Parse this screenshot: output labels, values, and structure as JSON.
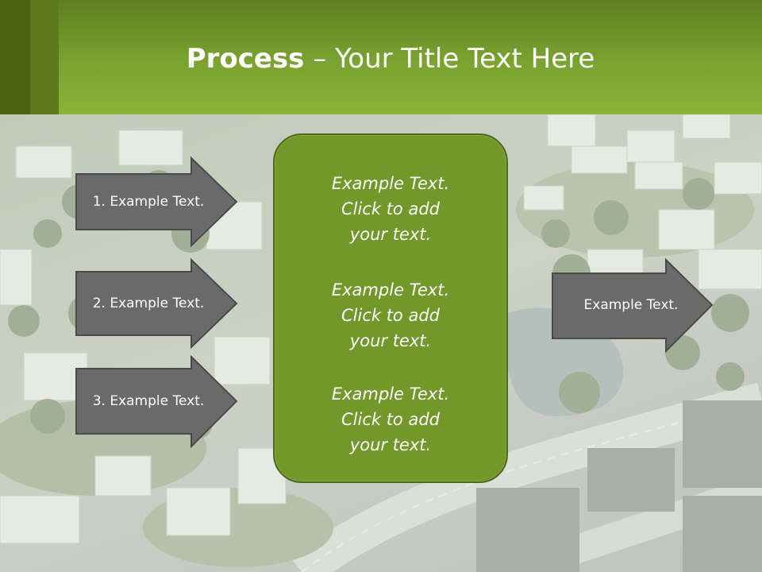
{
  "slide": {
    "title_bold": "Process",
    "title_rest": " – Your Title Text Here"
  },
  "left_arrows": [
    {
      "label": "1. Example Text."
    },
    {
      "label": "2. Example Text."
    },
    {
      "label": "3. Example Text."
    }
  ],
  "center_box": {
    "paragraphs": [
      "Example Text.\nClick  to add\nyour text.",
      "Example Text.\nClick  to add\nyour text.",
      "Example Text.\nClick  to add\nyour text."
    ]
  },
  "right_arrow": {
    "label": "Example Text."
  },
  "colors": {
    "header_green": "#7aa32f",
    "box_green": "#72982a",
    "arrow_gray": "#6a6a6a"
  }
}
